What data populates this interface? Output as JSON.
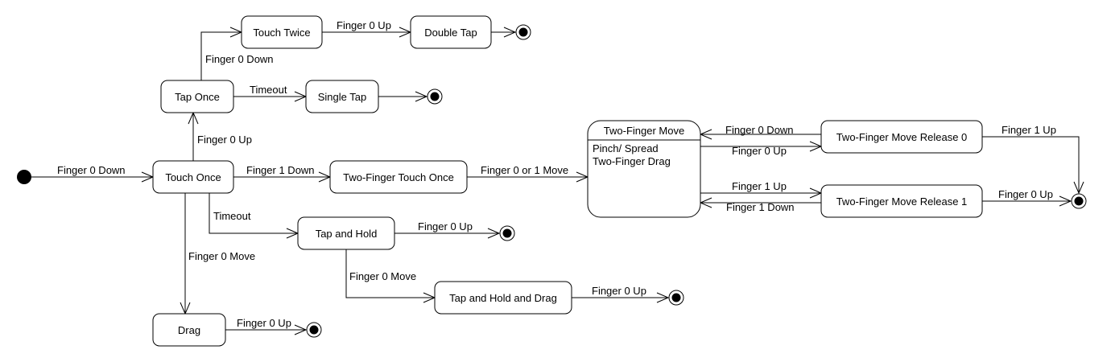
{
  "states": {
    "touch_once": "Touch Once",
    "tap_once": "Tap Once",
    "touch_twice": "Touch Twice",
    "double_tap": "Double Tap",
    "single_tap": "Single Tap",
    "two_finger_touch_once": "Two-Finger Touch Once",
    "two_finger_move": "Two-Finger Move",
    "two_finger_move_activity_1": "Pinch/ Spread",
    "two_finger_move_activity_2": "Two-Finger Drag",
    "two_finger_move_release_0": "Two-Finger Move Release 0",
    "two_finger_move_release_1": "Two-Finger Move Release 1",
    "tap_and_hold": "Tap and Hold",
    "tap_and_hold_and_drag": "Tap and Hold and Drag",
    "drag": "Drag"
  },
  "transitions": {
    "start_to_touch_once": "Finger 0 Down",
    "tap_once_to_touch_twice": "Finger 0 Down",
    "touch_twice_to_double_tap": "Finger 0 Up",
    "tap_once_to_single_tap": "Timeout",
    "touch_once_to_tap_once": "Finger 0 Up",
    "touch_once_to_two_finger": "Finger 1 Down",
    "two_finger_to_move": "Finger 0 or 1 Move",
    "touch_once_to_tap_and_hold": "Timeout",
    "touch_once_to_drag": "Finger 0 Move",
    "tap_and_hold_to_end": "Finger 0 Up",
    "tap_and_hold_to_drag": "Finger 0 Move",
    "hold_drag_to_end": "Finger 0 Up",
    "drag_to_end": "Finger 0 Up",
    "release0_to_move": "Finger 0 Down",
    "move_to_release0": "Finger 0 Up",
    "move_to_release1": "Finger 1 Up",
    "release1_to_move": "Finger 1 Down",
    "release0_to_end": "Finger 1 Up",
    "release1_to_end": "Finger 0 Up"
  }
}
